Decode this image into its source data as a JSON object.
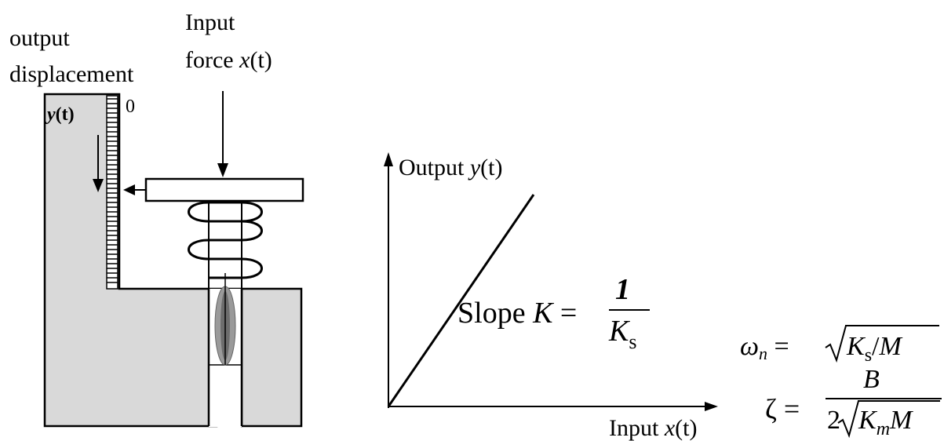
{
  "labels": {
    "output_line1": "output",
    "output_line2": "displacement",
    "input_line1": "Input",
    "input_line2_prefix": "force ",
    "input_line2_var": "x",
    "input_line2_arg": "(t)",
    "y_var": "y",
    "y_arg": "(t)",
    "zero": "0"
  },
  "graph": {
    "ylabel_prefix": "Output ",
    "ylabel_var": "y",
    "ylabel_arg": "(t)",
    "xlabel_prefix": "Input ",
    "xlabel_var": "x",
    "xlabel_arg": "(t)",
    "slope_prefix": "Slope ",
    "slope_var": "K",
    "equals": "=",
    "numerator": "1",
    "denominator_var": "K",
    "denominator_sub": "s"
  },
  "formulas": {
    "omega_symbol": "ω",
    "omega_sub": "n",
    "equals": "=",
    "omega_K": "K",
    "omega_K_sub": "s",
    "omega_slash": "/",
    "omega_M": "M",
    "zeta_symbol": "ζ",
    "zeta_numerator": "B",
    "zeta_two": "2",
    "zeta_K": "K",
    "zeta_K_sub": "m",
    "zeta_M": "M"
  }
}
